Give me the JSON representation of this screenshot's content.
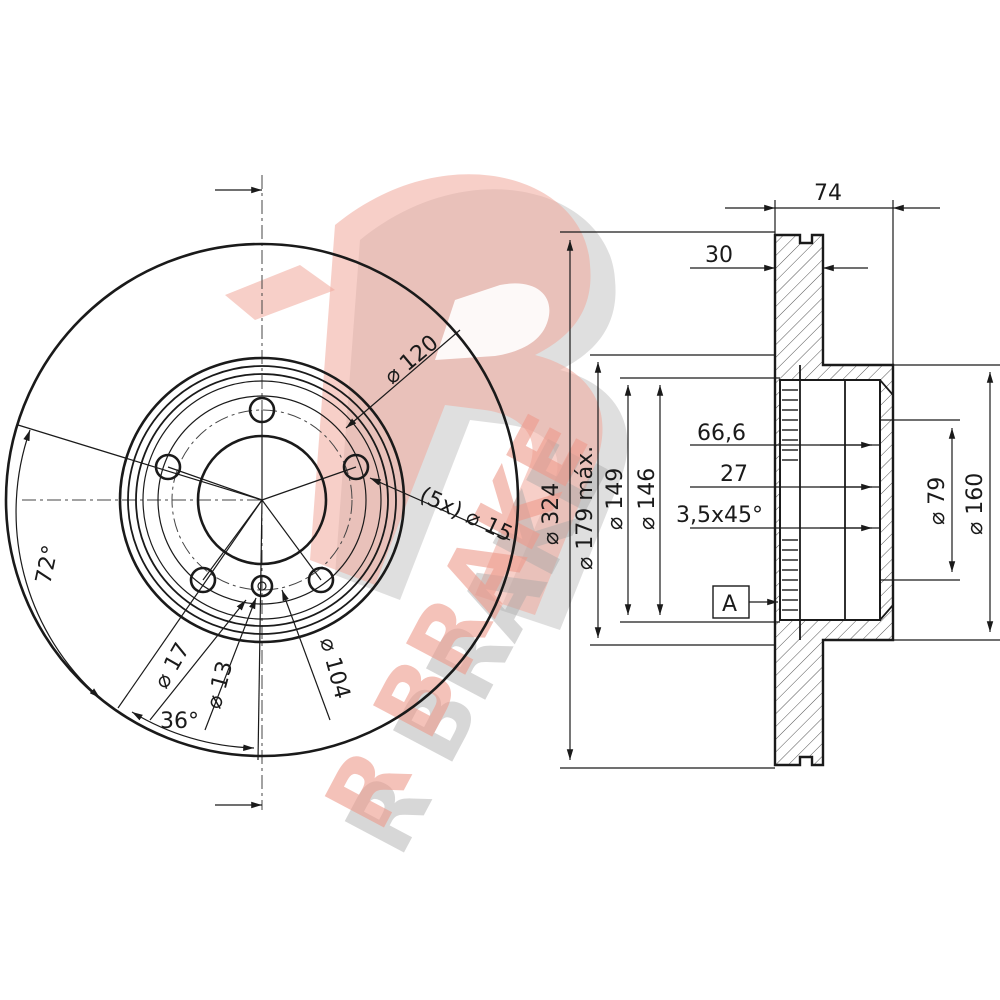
{
  "watermark": {
    "brand_text": "R BRAKE",
    "colors": {
      "primary": "#f0a79a",
      "shadow": "#b9b9b9"
    }
  },
  "front_view": {
    "angle_72": "72°",
    "angle_36": "36°",
    "dia_120": "⌀ 120",
    "holes_note": "(5x) ⌀ 15",
    "dia_17": "⌀ 17",
    "dia_13": "⌀ 13",
    "dia_104": "⌀ 104"
  },
  "side_view": {
    "width_74": "74",
    "offset_30": "30",
    "dia_324": "⌀ 324",
    "dia_179": "⌀ 179 máx.",
    "dia_149": "⌀ 149",
    "dia_146": "⌀ 146",
    "dim_66_6": "66,6",
    "dim_27": "27",
    "chamfer": "3,5x45°",
    "datum": "A",
    "dia_79": "⌀ 79",
    "dia_160": "⌀ 160"
  },
  "colors": {
    "line": "#1a1a1a",
    "hatch": "#555555"
  }
}
